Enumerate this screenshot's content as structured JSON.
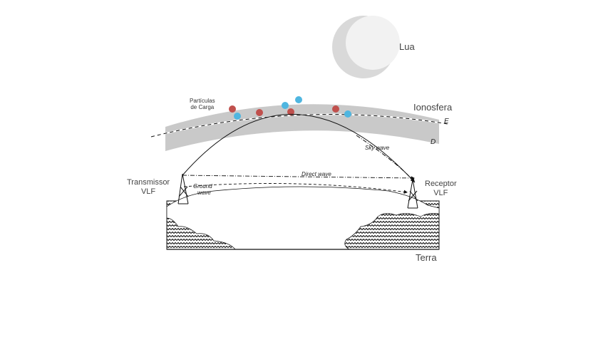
{
  "labels": {
    "moon": "Lua",
    "ionosphere": "Ionosfera",
    "ionosphere_tag": "E",
    "ionosphere_lower_tag": "D",
    "particles_line1": "Partículas",
    "particles_line2": "de Carga",
    "transmitter_line1": "Transmissor",
    "transmitter_line2": "VLF",
    "receiver_line1": "Receptor",
    "receiver_line2": "VLF",
    "earth": "Terra",
    "direct_wave": "Direct wave",
    "sky_wave": "Sky wave",
    "ground_line1": "Ground",
    "ground_line2": "wave"
  },
  "colors": {
    "particle_red": "#c0504d",
    "particle_blue": "#4fb6e0",
    "ionosphere_band": "#c9c9c9",
    "moon_light": "#f2f2f2",
    "moon_shadow": "#d9d9d9"
  },
  "particles": [
    {
      "type": "red"
    },
    {
      "type": "blue"
    },
    {
      "type": "red"
    },
    {
      "type": "blue"
    },
    {
      "type": "blue"
    },
    {
      "type": "red"
    },
    {
      "type": "red"
    },
    {
      "type": "blue"
    }
  ]
}
